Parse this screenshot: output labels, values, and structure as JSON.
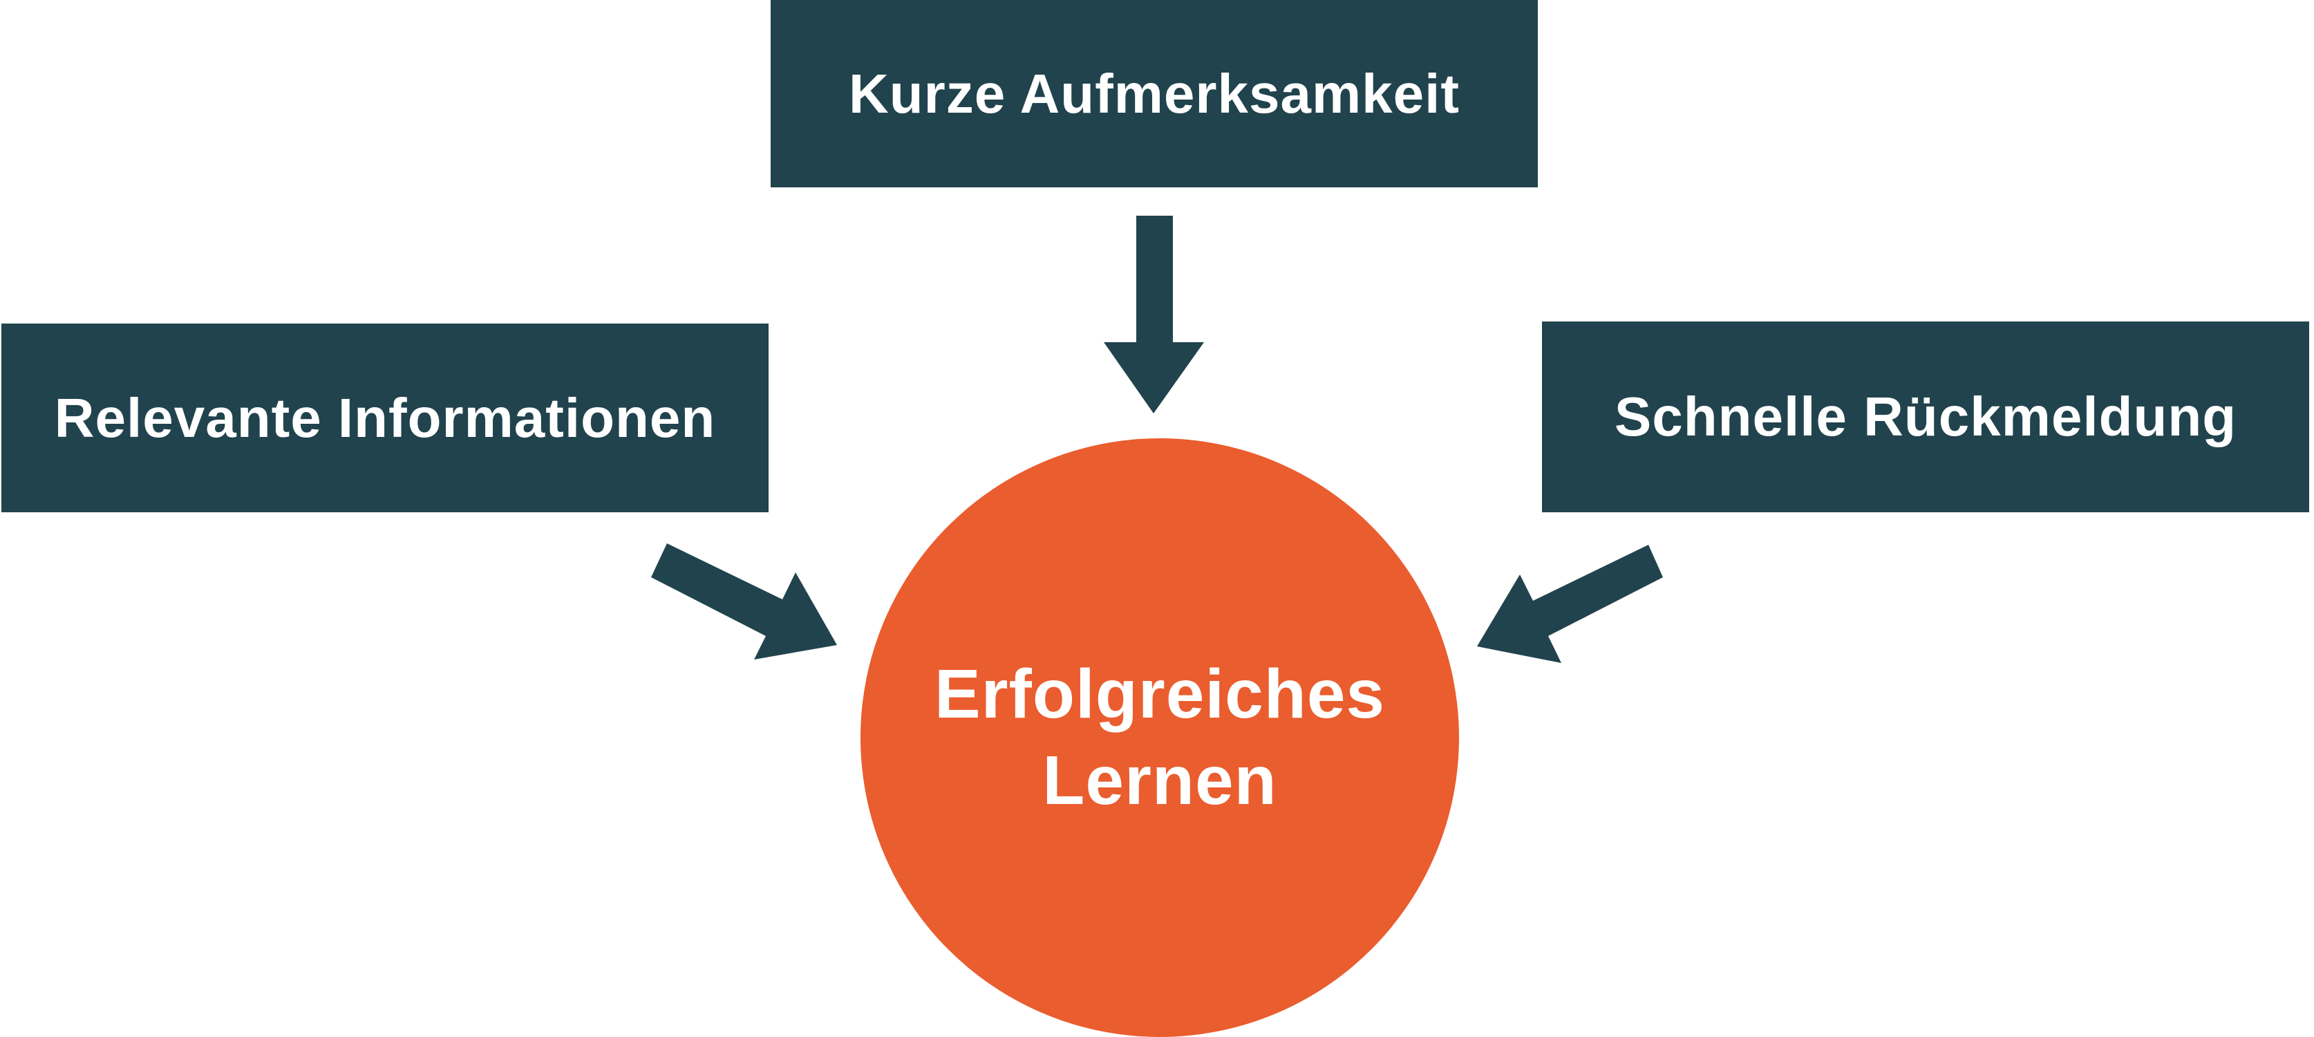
{
  "colors": {
    "box": "#21434d",
    "center": "#ea5d2e",
    "text": "#ffffff"
  },
  "top_box": {
    "label": "Kurze Aufmerksamkeit"
  },
  "left_box": {
    "label": "Relevante Informationen"
  },
  "right_box": {
    "label": "Schnelle Rückmeldung"
  },
  "center": {
    "line1": "Erfolgreiches",
    "line2": "Lernen"
  }
}
